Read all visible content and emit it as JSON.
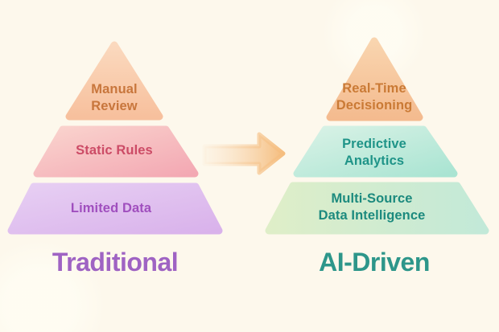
{
  "background": {
    "color": "#FDF8EC"
  },
  "arrow": {
    "meaning": "transformation from Traditional to AI-Driven",
    "gradient_from": "#F9DCBC",
    "gradient_to": "#F5BD7E"
  },
  "pyramids": [
    {
      "id": "traditional",
      "title": "Traditional",
      "title_color": "#9F63C3",
      "tiers": [
        {
          "label": "Manual\nReview",
          "text_color": "#C8763C",
          "fill_light": "#FBD9BE",
          "fill_deep": "#F7C09D"
        },
        {
          "label": "Static Rules",
          "text_color": "#CC4B66",
          "fill_light": "#FAD4CE",
          "fill_deep": "#F3A8B3"
        },
        {
          "label": "Limited Data",
          "text_color": "#A04FBE",
          "fill_light": "#E7CFF3",
          "fill_deep": "#D9B2EB"
        }
      ]
    },
    {
      "id": "ai-driven",
      "title": "AI-Driven",
      "title_color": "#2D968A",
      "tiers": [
        {
          "label": "Real-Time\nDecisioning",
          "text_color": "#CA7A35",
          "fill_light": "#F9D5AF",
          "fill_deep": "#F4BB8F"
        },
        {
          "label": "Predictive\nAnalytics",
          "text_color": "#1F9488",
          "fill_light": "#D9F2E6",
          "fill_deep": "#A9E4D2"
        },
        {
          "label": "Multi-Source\nData Intelligence",
          "text_color": "#1C8A7E",
          "fill_light": "#DFEEC8",
          "fill_deep": "#C2E9D8"
        }
      ]
    }
  ]
}
